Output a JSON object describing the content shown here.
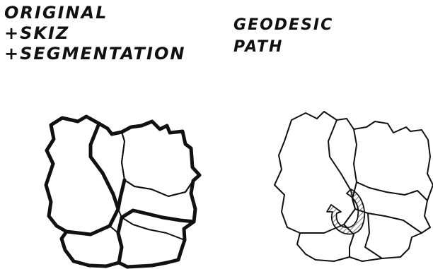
{
  "left_panel": {
    "caption_lines": [
      "ORIGINAL",
      "+SKIZ",
      "+SEGMENTATION"
    ]
  },
  "right_panel": {
    "caption_lines": [
      "GEODESIC",
      "PATH"
    ]
  },
  "colors": {
    "ink": "#111111",
    "path_arrow_fill": "#ffffff",
    "path_arrow_hatch": "#555555"
  }
}
